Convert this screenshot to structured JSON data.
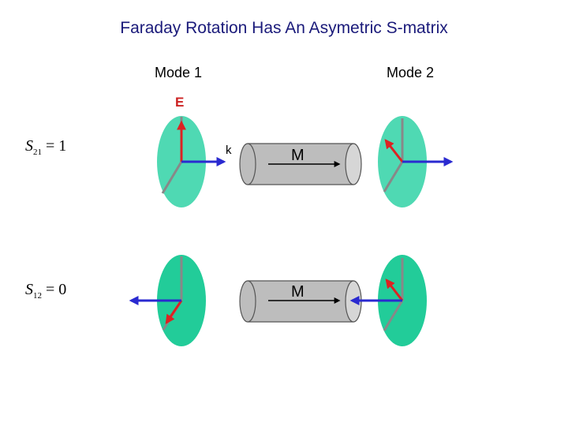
{
  "title": "Faraday Rotation Has An Asymetric S-matrix",
  "labels": {
    "mode1": "Mode 1",
    "mode2": "Mode 2",
    "e_field": "E",
    "k_vector": "k",
    "magnet_top": "M",
    "magnet_bottom": "M"
  },
  "s_matrix": {
    "row1": {
      "symbol": "S",
      "sub": "21",
      "eq": " = 1"
    },
    "row2": {
      "symbol": "S",
      "sub": "12",
      "eq": " = 0"
    }
  },
  "colors": {
    "title": "#1a1a7a",
    "disk_top": "#4fd9b3",
    "disk_bottom": "#22cc99",
    "e_arrow": "#dd2222",
    "k_arrow": "#2a2ad0",
    "axis": "#888888",
    "cylinder": "#bdbdbd"
  }
}
